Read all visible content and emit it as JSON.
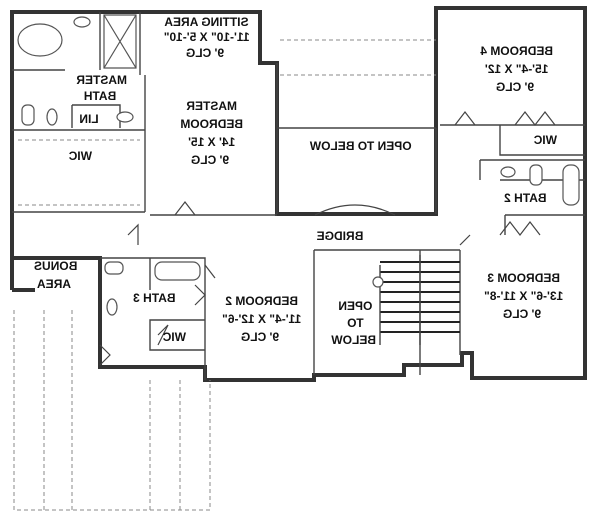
{
  "plan": {
    "mirrored": true,
    "rooms": [
      {
        "id": "sitting",
        "lines": [
          "SITTING AREA",
          "11'-10\" X 5'-10\"",
          "9' CLG"
        ]
      },
      {
        "id": "master-bath",
        "lines": [
          "MASTER",
          "BATH"
        ]
      },
      {
        "id": "lin",
        "lines": [
          "LIN"
        ]
      },
      {
        "id": "master-wic",
        "lines": [
          "WIC"
        ]
      },
      {
        "id": "master-bedroom",
        "lines": [
          "MASTER",
          "BEDROOM",
          "14' X 15'",
          "9' CLG"
        ]
      },
      {
        "id": "open-below-1",
        "lines": [
          "OPEN TO BELOW"
        ]
      },
      {
        "id": "bedroom4",
        "lines": [
          "BEDROOM 4",
          "15'-4\" X 12'",
          "9' CLG"
        ]
      },
      {
        "id": "wic4",
        "lines": [
          "WIC"
        ]
      },
      {
        "id": "bath2",
        "lines": [
          "BATH 2"
        ]
      },
      {
        "id": "bridge",
        "lines": [
          "BRIDGE"
        ]
      },
      {
        "id": "bonus",
        "lines": [
          "BONUS",
          "AREA"
        ]
      },
      {
        "id": "bath3",
        "lines": [
          "BATH 3"
        ]
      },
      {
        "id": "wic2",
        "lines": [
          "WIC"
        ]
      },
      {
        "id": "bedroom2",
        "lines": [
          "BEDROOM 2",
          "11'-4\" X 12'-6\"",
          "9' CLG"
        ]
      },
      {
        "id": "open-below-2",
        "lines": [
          "OPEN",
          "TO",
          "BELOW"
        ]
      },
      {
        "id": "bedroom3",
        "lines": [
          "BEDROOM 3",
          "13'-6\" X 11'-8\"",
          "9' CLG"
        ]
      }
    ]
  }
}
